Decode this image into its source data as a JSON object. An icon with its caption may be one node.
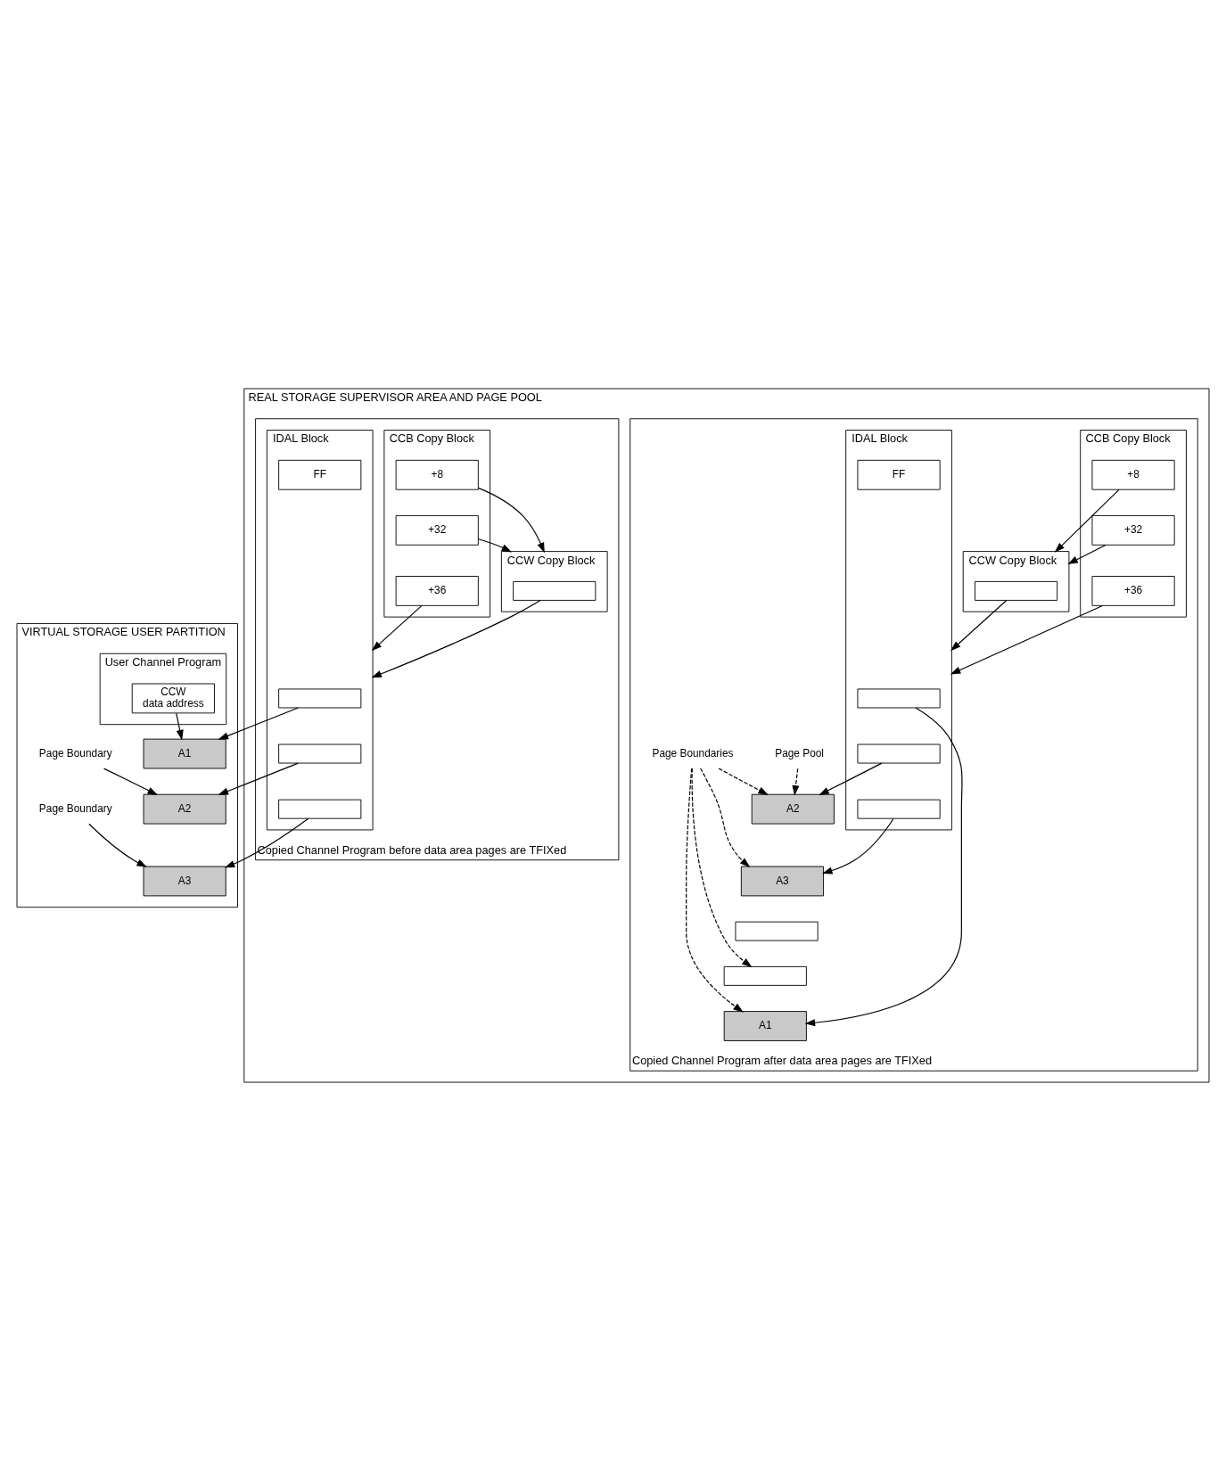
{
  "diagram": {
    "nodes": [
      {
        "text": [
          "VIRTUAL STORAGE USER PARTITION"
        ]
      },
      {
        "text": [
          "User Channel Program"
        ],
        "in": 0
      },
      {
        "text": [
          "CCW",
          "data address"
        ],
        "in": 1
      },
      {
        "text": [
          "A1"
        ],
        "in": 0
      },
      {
        "text": [
          "A2"
        ],
        "in": 0
      },
      {
        "text": [
          "A3"
        ],
        "in": 0
      },
      {
        "text": [
          "Page Boundary"
        ],
        "in": 0
      },
      {
        "text": [
          "Page Boundary"
        ],
        "in": 0
      },
      {
        "text": [
          "REAL STORAGE SUPERVISOR AREA AND PAGE POOL"
        ]
      },
      {
        "text": [
          "Copied Channel Program before data area pages are TFIXed"
        ],
        "in": 8
      },
      {
        "text": [
          "CCB Copy Block"
        ],
        "in": 9
      },
      {
        "text": [
          "+8"
        ],
        "in": 10
      },
      {
        "text": [
          "+32"
        ],
        "in": 10
      },
      {
        "text": [
          "+36"
        ],
        "in": 10
      },
      {
        "text": [
          "CCW Copy Block"
        ],
        "in": 9
      },
      {
        "text": [],
        "shape": "box",
        "in": 14
      },
      {
        "text": [
          "IDAL Block"
        ],
        "in": 9
      },
      {
        "text": [],
        "shape": "box",
        "in": 16
      },
      {
        "text": [],
        "shape": "box",
        "in": 16
      },
      {
        "text": [],
        "shape": "box",
        "in": 16
      },
      {
        "text": [
          "FF"
        ],
        "in": 16
      },
      {
        "text": [
          "Copied Channel Program after data area pages are TFIXed"
        ],
        "in": 8
      },
      {
        "text": [
          "CCB Copy Block"
        ],
        "in": 21
      },
      {
        "text": [
          "+8"
        ],
        "in": 22
      },
      {
        "text": [
          "+32"
        ],
        "in": 22
      },
      {
        "text": [
          "+36"
        ],
        "in": 22
      },
      {
        "text": [
          "CCW Copy Block"
        ],
        "in": 21
      },
      {
        "text": [],
        "shape": "box",
        "in": 26
      },
      {
        "text": [
          "IDAL Block"
        ],
        "in": 21
      },
      {
        "text": [],
        "shape": "box",
        "in": 28
      },
      {
        "text": [],
        "shape": "box",
        "in": 28
      },
      {
        "text": [],
        "shape": "box",
        "in": 28
      },
      {
        "text": [
          "FF"
        ],
        "in": 28
      },
      {
        "text": [
          "A2"
        ],
        "in": 21
      },
      {
        "text": [
          "A3"
        ],
        "in": 21
      },
      {
        "text": [],
        "shape": "box",
        "in": 21
      },
      {
        "text": [],
        "shape": "box",
        "in": 21
      },
      {
        "text": [
          "A1"
        ],
        "in": 21
      },
      {
        "text": [
          "Page Pool"
        ],
        "in": 21
      },
      {
        "text": [
          "Page Boundaries"
        ],
        "in": 21
      }
    ],
    "edges": [
      {
        "from": 2,
        "to": 3,
        "arrow": "to"
      },
      {
        "from": 6,
        "to": 4,
        "arrow": "to"
      },
      {
        "from": 7,
        "to": 5,
        "arrow": "to"
      },
      {
        "from": 11,
        "to": 14,
        "arrow": "to"
      },
      {
        "from": 12,
        "to": 14,
        "arrow": "to"
      },
      {
        "from": 13,
        "to": 16,
        "arrow": "to"
      },
      {
        "from": 15,
        "to": 16,
        "arrow": "to"
      },
      {
        "from": 17,
        "to": 3,
        "arrow": "to"
      },
      {
        "from": 18,
        "to": 4,
        "arrow": "to"
      },
      {
        "from": 19,
        "to": 5,
        "arrow": "to"
      },
      {
        "from": 23,
        "to": 26,
        "arrow": "to"
      },
      {
        "from": 24,
        "to": 26,
        "arrow": "to"
      },
      {
        "from": 25,
        "to": 28,
        "arrow": "to"
      },
      {
        "from": 27,
        "to": 28,
        "arrow": "to"
      },
      {
        "from": 29,
        "to": 37,
        "arrow": "to"
      },
      {
        "from": 30,
        "to": 33,
        "arrow": "to"
      },
      {
        "from": 31,
        "to": 34,
        "arrow": "to"
      },
      {
        "from": 38,
        "to": 33,
        "arrow": "to",
        "style": "dashed"
      },
      {
        "from": 39,
        "to": 33,
        "arrow": "to",
        "style": "dashed"
      },
      {
        "from": 39,
        "to": 34,
        "arrow": "to",
        "style": "dashed"
      },
      {
        "from": 39,
        "to": 36,
        "arrow": "to",
        "style": "dashed"
      },
      {
        "from": 39,
        "to": 37,
        "arrow": "to",
        "style": "dashed"
      }
    ]
  }
}
